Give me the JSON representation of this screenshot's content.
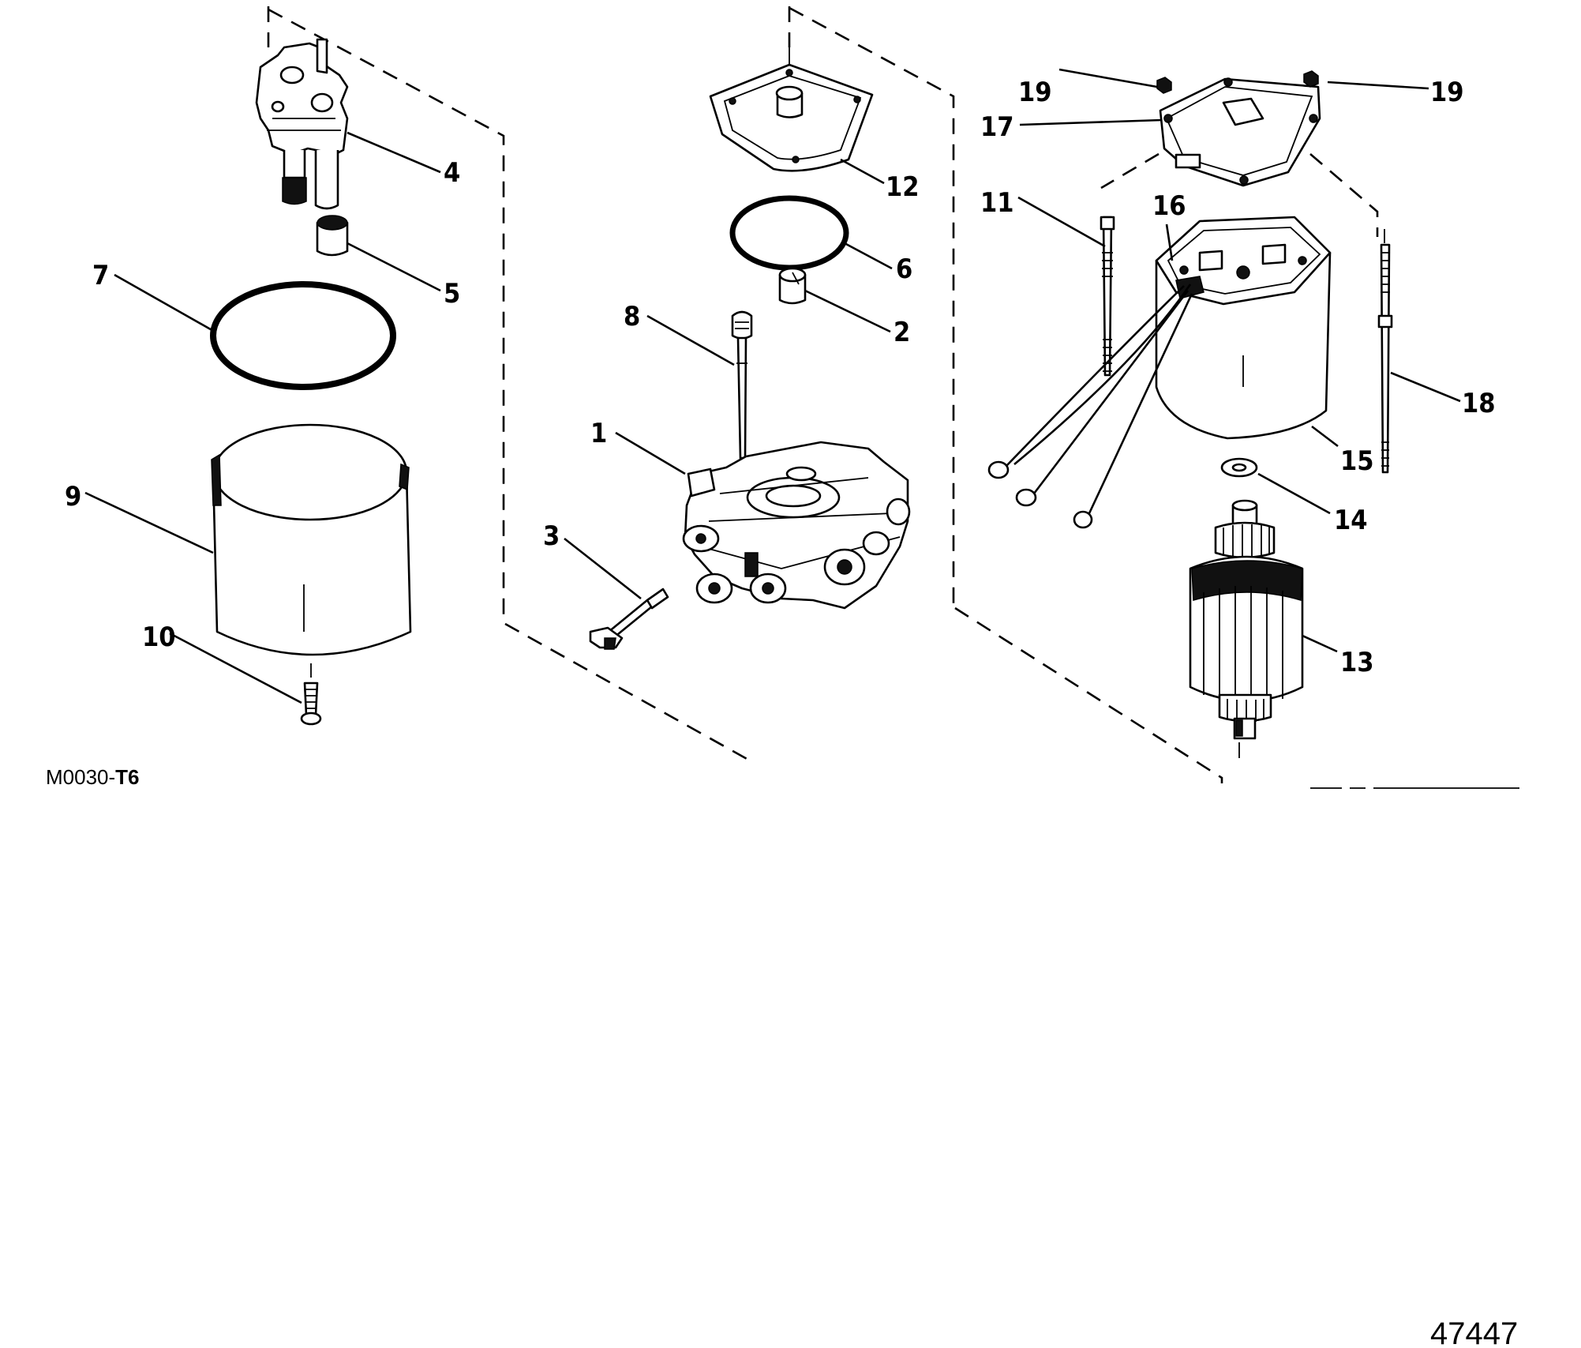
{
  "figure_code": {
    "prefix": "M0030-",
    "suffix": "T6"
  },
  "document_number": "47447",
  "callouts": [
    {
      "id": "c1",
      "label": "1"
    },
    {
      "id": "c2",
      "label": "2"
    },
    {
      "id": "c3",
      "label": "3"
    },
    {
      "id": "c4",
      "label": "4"
    },
    {
      "id": "c5",
      "label": "5"
    },
    {
      "id": "c6",
      "label": "6"
    },
    {
      "id": "c7",
      "label": "7"
    },
    {
      "id": "c8",
      "label": "8"
    },
    {
      "id": "c9",
      "label": "9"
    },
    {
      "id": "c10",
      "label": "10"
    },
    {
      "id": "c11",
      "label": "11"
    },
    {
      "id": "c12",
      "label": "12"
    },
    {
      "id": "c13",
      "label": "13"
    },
    {
      "id": "c14",
      "label": "14"
    },
    {
      "id": "c15",
      "label": "15"
    },
    {
      "id": "c16",
      "label": "16"
    },
    {
      "id": "c17",
      "label": "17"
    },
    {
      "id": "c18",
      "label": "18"
    },
    {
      "id": "c19a",
      "label": "19"
    },
    {
      "id": "c19b",
      "label": "19"
    }
  ]
}
